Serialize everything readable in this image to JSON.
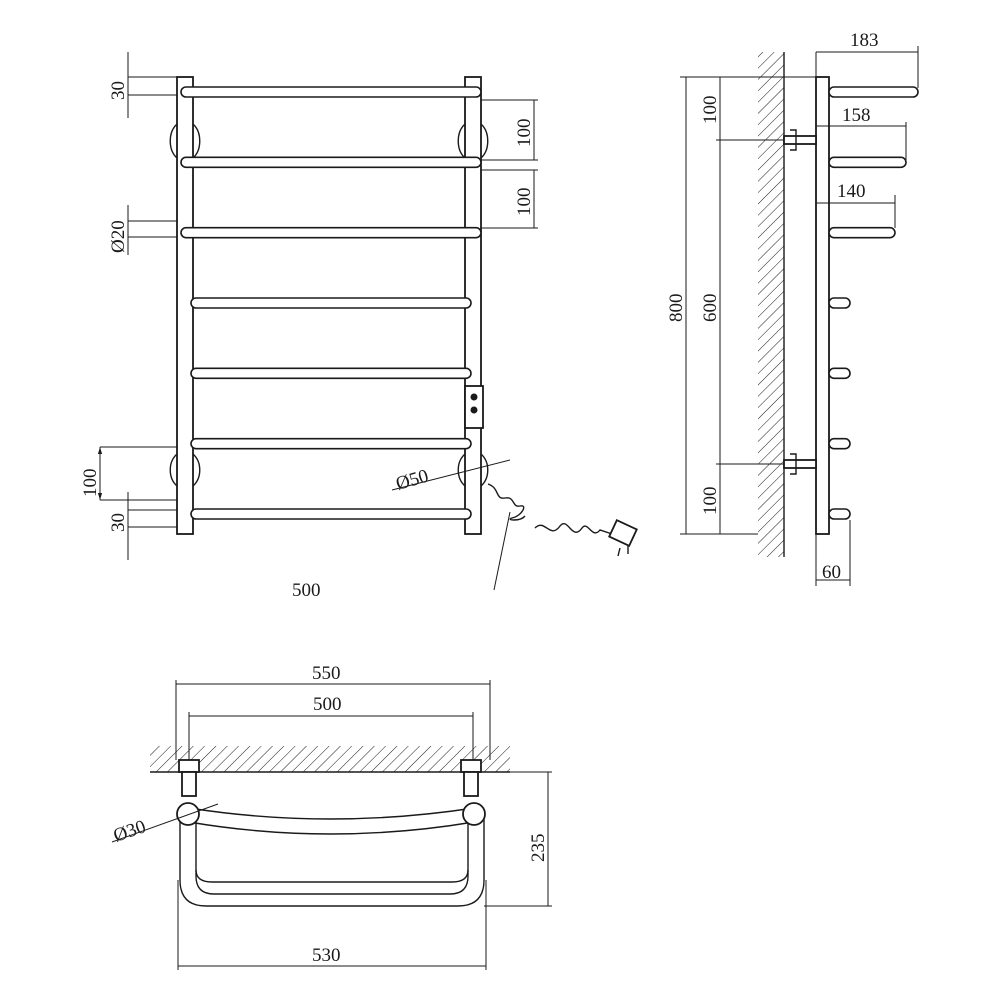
{
  "front_view": {
    "dims": {
      "top_offset": "30",
      "spacing_top": "100",
      "spacing_second": "100",
      "bar_diameter": "Ø20",
      "spacing_bottom": "100",
      "bottom_offset": "30",
      "connector_diameter": "Ø50",
      "width": "500"
    },
    "bar_count": 7
  },
  "side_view": {
    "dims": {
      "top_depth": "183",
      "second_depth": "158",
      "third_depth": "140",
      "total_height": "800",
      "mount_spacing": "600",
      "top_mount_offset": "100",
      "bottom_mount_offset": "100",
      "wall_gap": "60"
    }
  },
  "top_view": {
    "dims": {
      "outer_width": "550",
      "mount_width": "500",
      "tube_diameter": "Ø30",
      "depth": "235",
      "bottom_width": "530"
    }
  },
  "colors": {
    "line": "#1a1a1a",
    "background": "#ffffff"
  }
}
